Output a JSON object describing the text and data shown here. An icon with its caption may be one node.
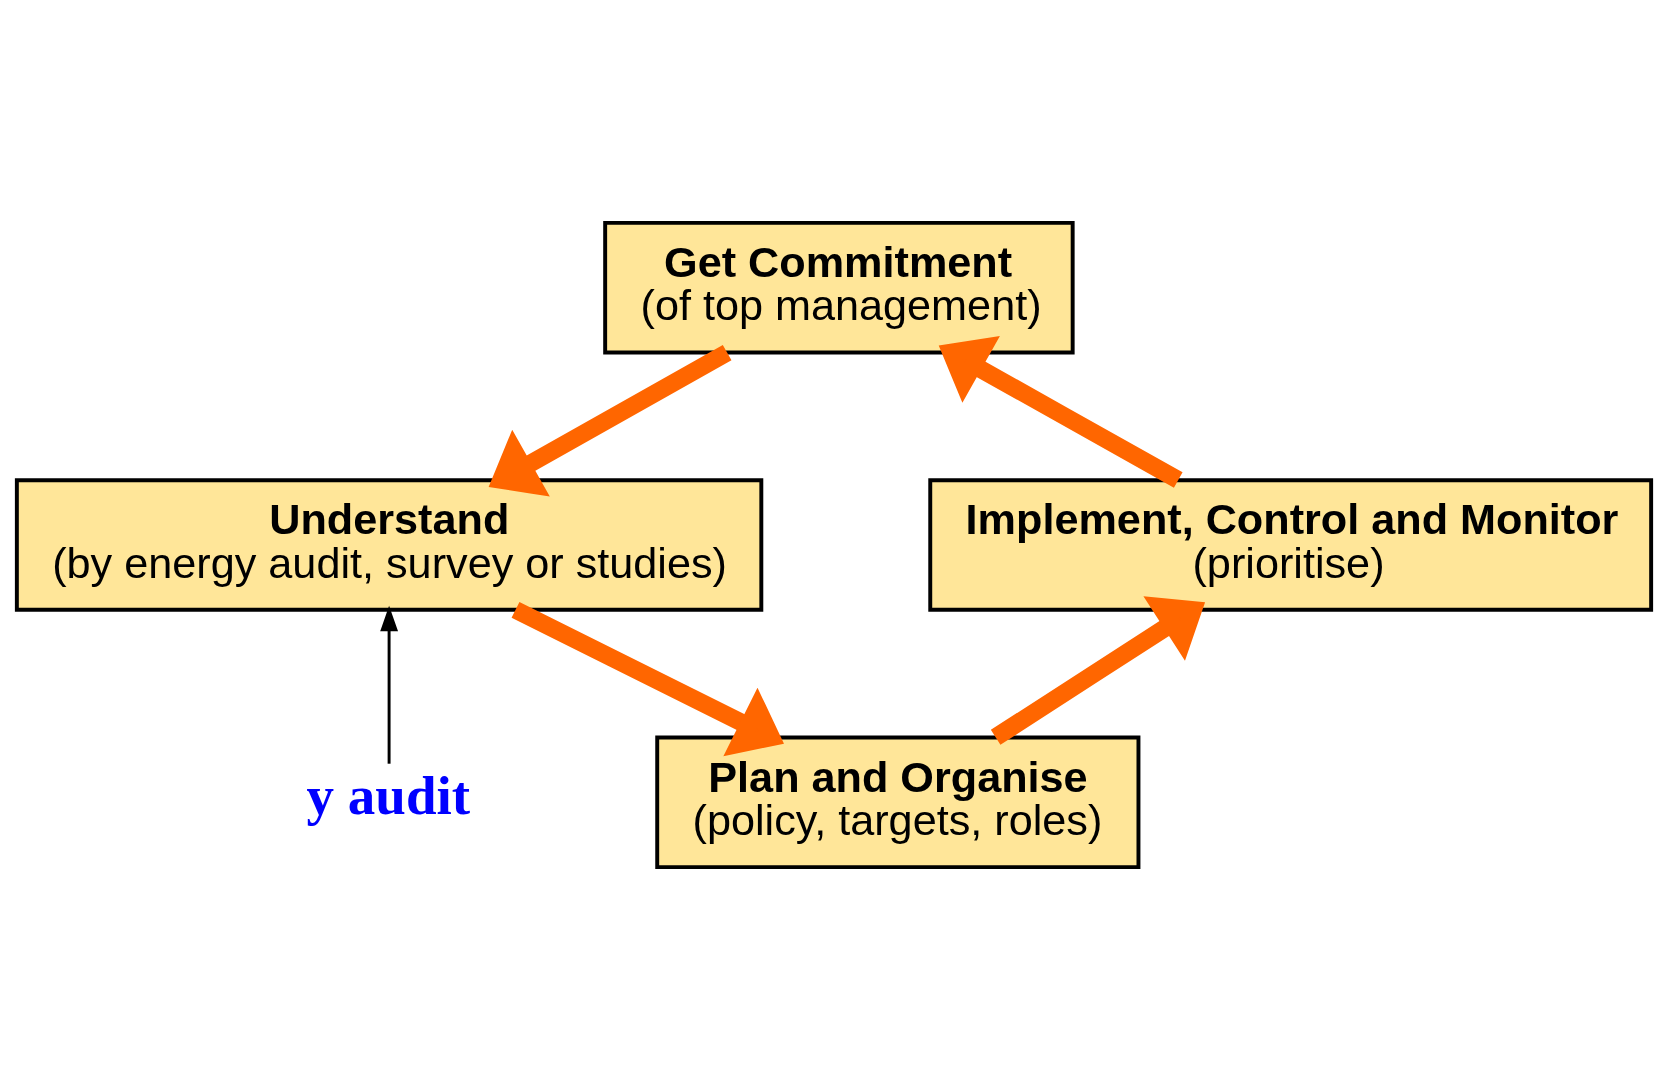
{
  "diagram": {
    "nodes": [
      {
        "text": [
          "Get Commitment",
          "(of top management)"
        ]
      },
      {
        "text": [
          "Understand",
          "(by energy audit, survey or studies)"
        ]
      },
      {
        "text": [
          "Implement, Control and Monitor",
          "(prioritise)"
        ]
      },
      {
        "text": [
          "Plan and Organise",
          "(policy, targets, roles)"
        ]
      },
      {
        "text": [
          "y audit"
        ]
      }
    ],
    "edges": [
      {
        "from": 0,
        "to": 1,
        "arrow": "to"
      },
      {
        "from": 1,
        "to": 3,
        "arrow": "to"
      },
      {
        "from": 3,
        "to": 2,
        "arrow": "to"
      },
      {
        "from": 2,
        "to": 0,
        "arrow": "to"
      },
      {
        "from": 4,
        "to": 1,
        "arrow": "to",
        "color": "#000000"
      }
    ]
  }
}
